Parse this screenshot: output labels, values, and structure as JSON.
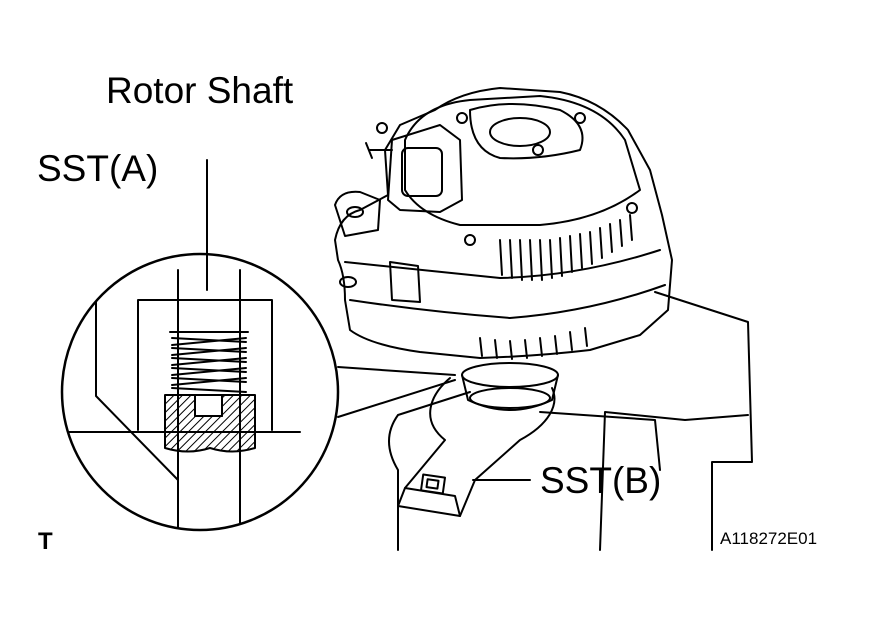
{
  "labels": {
    "rotor_shaft": "Rotor Shaft",
    "sst_a": "SST(A)",
    "sst_b": "SST(B)",
    "corner_mark": "T",
    "figure_code": "A118272E01"
  },
  "colors": {
    "ink": "#000000",
    "paper": "#ffffff"
  }
}
